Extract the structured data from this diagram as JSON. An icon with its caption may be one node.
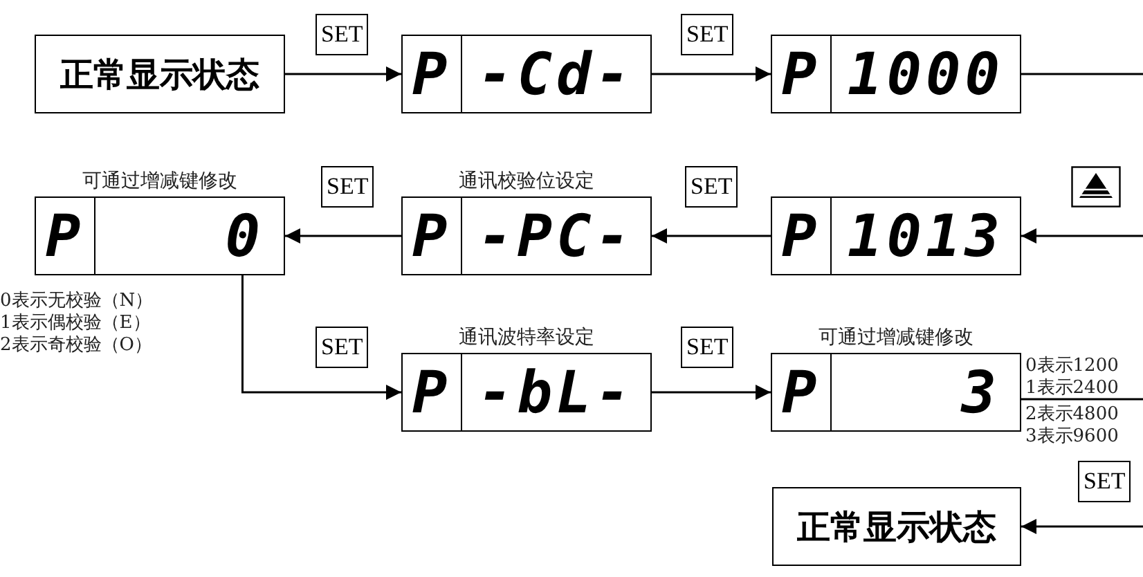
{
  "diagram": {
    "nodes": [
      {
        "text": [
          "正常显示状态"
        ]
      },
      {
        "text": [
          "P",
          "-Cd-"
        ]
      },
      {
        "text": [
          "P",
          "1000"
        ]
      },
      {
        "text": [
          "P",
          "1013"
        ]
      },
      {
        "text": [
          "通讯校验位设定",
          "P",
          "-PC-"
        ]
      },
      {
        "text": [
          "可通过增减键修改",
          "P",
          "0"
        ],
        "beside": [
          "0表示无校验（N）",
          "1表示偶校验（E）",
          "2表示奇校验（O）"
        ]
      },
      {
        "text": [
          "通讯波特率设定",
          "P",
          "-bL-"
        ]
      },
      {
        "text": [
          "可通过增减键修改",
          "P",
          "3"
        ],
        "beside": [
          "0表示1200",
          "1表示2400",
          "2表示4800",
          "3表示9600"
        ]
      },
      {
        "text": [
          "正常显示状态"
        ]
      }
    ],
    "edges": [
      {
        "from": 0,
        "to": 1,
        "arrow": "to",
        "label": "SET"
      },
      {
        "from": 1,
        "to": 2,
        "arrow": "to",
        "label": "SET"
      },
      {
        "from": 2,
        "to": null,
        "arrow": "none"
      },
      {
        "from": null,
        "to": 3,
        "arrow": "to"
      },
      {
        "from": 3,
        "to": 4,
        "arrow": "to",
        "label": "SET"
      },
      {
        "from": 4,
        "to": 5,
        "arrow": "to",
        "label": "SET"
      },
      {
        "from": 5,
        "to": 6,
        "arrow": "to",
        "label": "SET"
      },
      {
        "from": 6,
        "to": 7,
        "arrow": "to",
        "label": "SET"
      },
      {
        "from": 7,
        "to": null,
        "arrow": "none"
      },
      {
        "from": null,
        "to": 8,
        "arrow": "to",
        "label": "SET"
      }
    ]
  }
}
